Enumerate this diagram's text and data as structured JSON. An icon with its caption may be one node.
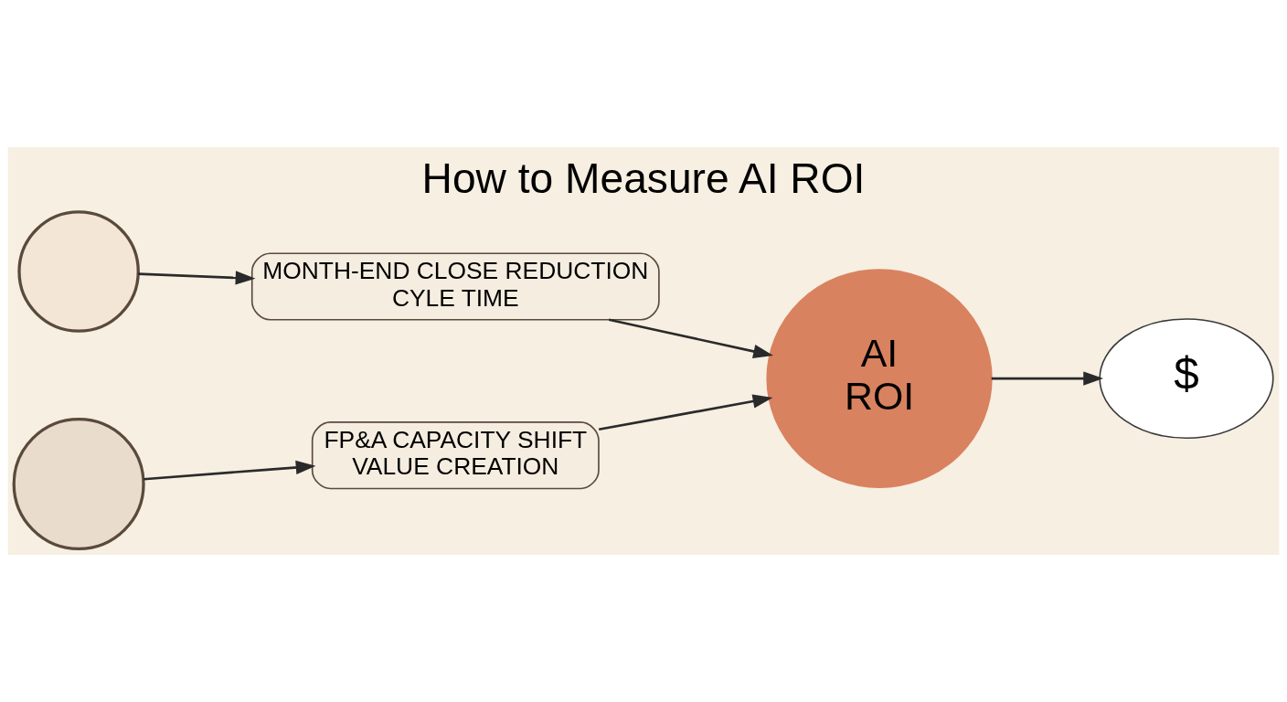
{
  "diagram": {
    "title": "How to Measure AI ROI",
    "nodes": [
      {
        "text": [],
        "shape": "circle"
      },
      {
        "text": [
          "MONTH-END CLOSE REDUCTION",
          "CYLE TIME"
        ]
      },
      {
        "text": [],
        "shape": "circle"
      },
      {
        "text": [
          "FP&A CAPACITY SHIFT",
          "VALUE CREATION"
        ]
      },
      {
        "text": [
          "AI",
          "ROI"
        ]
      },
      {
        "text": [
          "$"
        ]
      }
    ],
    "edges": [
      {
        "from": 0,
        "to": 1,
        "arrow": "to"
      },
      {
        "from": 2,
        "to": 3,
        "arrow": "to"
      },
      {
        "from": 1,
        "to": 4,
        "arrow": "to"
      },
      {
        "from": 3,
        "to": 4,
        "arrow": "to"
      },
      {
        "from": 4,
        "to": 5,
        "arrow": "to"
      }
    ]
  }
}
